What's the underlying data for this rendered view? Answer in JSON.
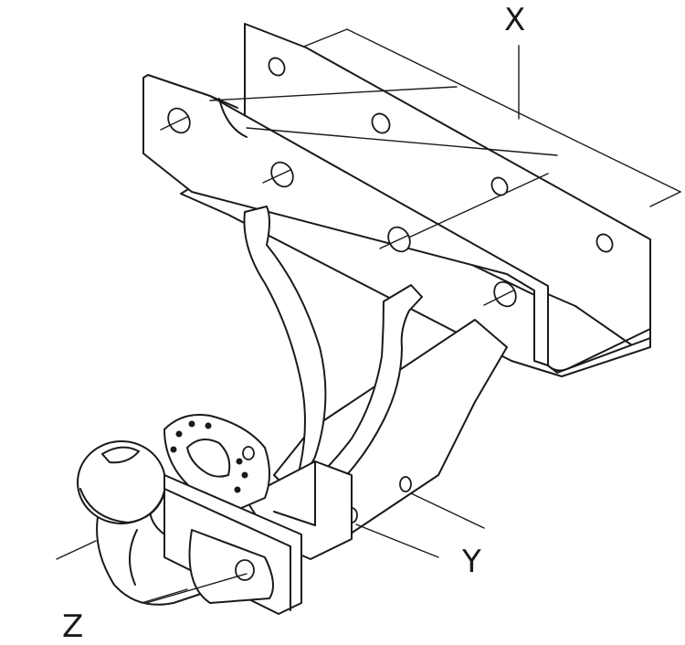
{
  "diagram": {
    "labels": {
      "x": "X",
      "y": "Y",
      "z": "Z"
    }
  }
}
